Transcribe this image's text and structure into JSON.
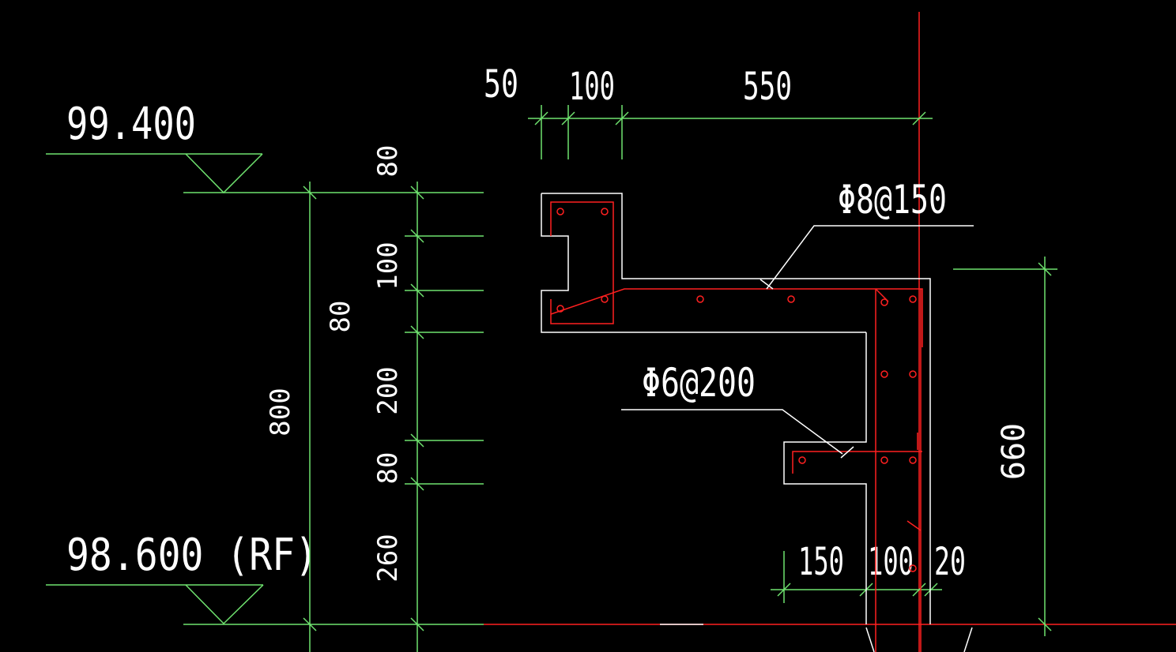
{
  "colors": {
    "background": "#000000",
    "outline": "#ffffff",
    "rebar": "#ff2020",
    "dimension": "#6fe36f",
    "centerline": "#ff2020",
    "text": "#ffffff"
  },
  "levels": {
    "top": "99.400",
    "bottom": "98.600 (RF)"
  },
  "dimensions": {
    "top_50": "50",
    "top_100": "100",
    "top_550": "550",
    "left_80_top": "80",
    "left_100": "100",
    "left_80_mid": "80",
    "left_200": "200",
    "left_80_low": "80",
    "left_260": "260",
    "overall_800": "800",
    "right_660": "660",
    "bottom_150": "150",
    "bottom_100": "100",
    "bottom_20": "20"
  },
  "rebar_labels": {
    "upper": "Φ8@150",
    "lower": "Φ6@200"
  }
}
